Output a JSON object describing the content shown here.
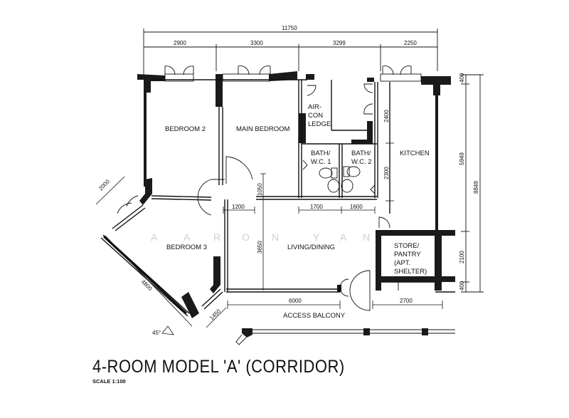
{
  "title": "4-ROOM MODEL 'A' (CORRIDOR)",
  "scale": "SCALE 1:100",
  "watermark": [
    "A",
    "A",
    "R",
    "O",
    "N",
    "Y",
    "A",
    "N"
  ],
  "rooms": {
    "bedroom2": "BEDROOM 2",
    "main_bedroom": "MAIN BEDROOM",
    "aircon_ledge": [
      "AIR-",
      "CON",
      "LEDGE"
    ],
    "bath1": [
      "BATH/",
      "W.C. 1"
    ],
    "bath2": [
      "BATH/",
      "W.C. 2"
    ],
    "kitchen": "KITCHEN",
    "bedroom3": "BEDROOM 3",
    "living_dining": "LIVING/DINING",
    "store": [
      "STORE/",
      "PANTRY",
      "(APT.",
      "SHELTER)"
    ],
    "access_balcony": "ACCESS BALCONY"
  },
  "dimensions": {
    "top_total": "11750",
    "top_segments": [
      "2900",
      "3300",
      "3299",
      "2250"
    ],
    "right_total": "8849",
    "right_segments": [
      "400",
      "5949",
      "2100",
      "400"
    ],
    "kitchen_side": [
      "2400",
      "2300"
    ],
    "bath_widths": [
      "1700",
      "1600"
    ],
    "corridor_width": "1200",
    "corridor_depth": "1050",
    "living_depth": "3650",
    "living_width": "6000",
    "store_width": "2700",
    "bay_window": "2000",
    "bedroom3_diag": "4800",
    "corner_diag": "1450",
    "angle": "45°"
  },
  "colors": {
    "ink": "#111111",
    "wall": "#1a1a1a",
    "watermark": "#cfcfcf"
  }
}
